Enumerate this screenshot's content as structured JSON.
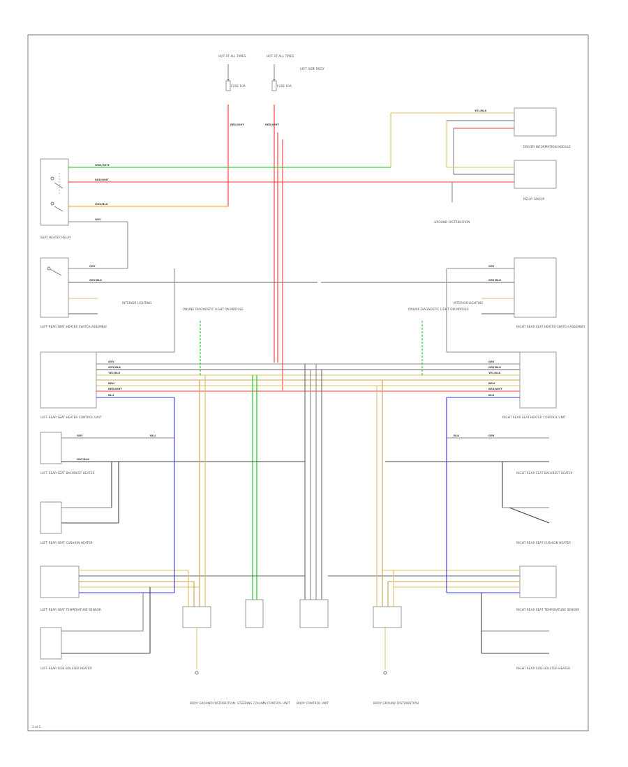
{
  "colors": {
    "green": "#00cc00",
    "red": "#ff3333",
    "orange": "#ff9900",
    "gray": "#555555",
    "light": "#aaaaaa",
    "blue": "#3333ee",
    "yellow": "#e0c060",
    "black": "#222222"
  },
  "labels": {
    "hot_left": "HOT AT ALL TIMES",
    "hot_right": "HOT AT ALL TIMES",
    "fuse_left": "FUSE 10A",
    "fuse_right": "FUSE 10A",
    "side_note": "LEFT SIDE BODY",
    "seat_heater_relay": "SEAT HEATER RELAY",
    "left_rear_switch": "LEFT REAR SEAT HEATER SWITCH ASSEMBLY",
    "right_rear_switch": "RIGHT REAR SEAT HEATER SWITCH ASSEMBLY",
    "left_interior_light": "INTERIOR LIGHTING",
    "right_interior_light": "INTERIOR LIGHTING",
    "left_module_tag": "ONLINE DIAGNOSTIC LIGHT ON MODULE",
    "right_module_tag": "ONLINE DIAGNOSTIC LIGHT ON MODULE",
    "left_control_unit": "LEFT REAR SEAT HEATER CONTROL UNIT",
    "right_control_unit": "RIGHT REAR SEAT HEATER CONTROL UNIT",
    "left_backrest_heater": "LEFT REAR SEAT BACKREST HEATER",
    "right_backrest_heater": "RIGHT REAR SEAT BACKREST HEATER",
    "left_cushion_heater": "LEFT REAR SEAT CUSHION HEATER",
    "right_cushion_heater": "RIGHT REAR SEAT CUSHION HEATER",
    "left_temp_sensor": "LEFT REAR SEAT TEMPERATURE SENSOR",
    "right_temp_sensor": "RIGHT REAR SEAT TEMPERATURE SENSOR",
    "left_side_heater": "LEFT REAR SIDE BOLSTER HEATER",
    "right_side_heater": "RIGHT REAR SIDE BOLSTER HEATER",
    "driver_module": "DRIVER INFORMATION MODULE",
    "relay_group": "RELAY GROUP",
    "ground_top": "GROUND DISTRIBUTION",
    "bottom_1": "BODY GROUND DISTRIBUTION",
    "bottom_2": "STEERING COLUMN CONTROL UNIT",
    "bottom_3": "BODY CONTROL UNIT",
    "bottom_4": "BODY GROUND DISTRIBUTION",
    "page_id": "1 of 1"
  },
  "wire_codes": {
    "green": "GRN/WHT",
    "red": "RED/WHT",
    "orange": "ORG/BLK",
    "gray": "GRY",
    "gray_blk": "GRY/BLK",
    "blue": "BLU",
    "yellow": "YEL/BLK",
    "brn": "BRN"
  }
}
